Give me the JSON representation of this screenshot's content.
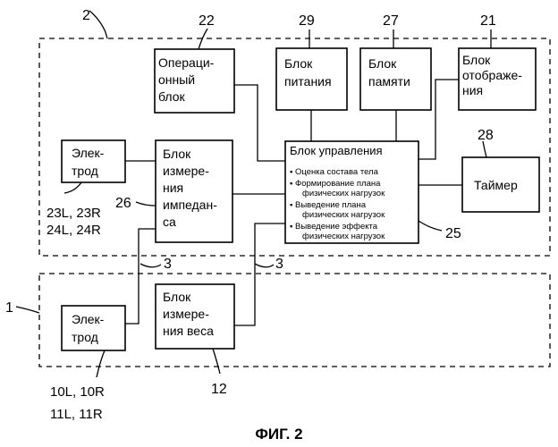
{
  "units": {
    "u2": {
      "ref": "2",
      "blocks": {
        "operation": {
          "ref": "22",
          "lines": [
            "Операци-",
            "онный",
            "блок"
          ]
        },
        "power": {
          "ref": "29",
          "lines": [
            "Блок",
            "питания"
          ]
        },
        "memory": {
          "ref": "27",
          "lines": [
            "Блок",
            "памяти"
          ]
        },
        "display": {
          "ref": "21",
          "lines": [
            "Блок",
            "отображе-",
            "ния"
          ]
        },
        "electrode": {
          "refs": [
            "23L,  23R",
            "24L,  24R"
          ],
          "lines": [
            "Элек-",
            "трод"
          ]
        },
        "impedance": {
          "ref": "26",
          "lines": [
            "Блок",
            "измере-",
            "ния",
            "импедан-",
            "са"
          ]
        },
        "control": {
          "ref": "25",
          "title": "Блок управления",
          "items": [
            "▪ Оценка состава тела",
            "▪ Формирование плана",
            "физических нагрузок",
            "▪ Выведение плана",
            "физических нагрузок",
            "▪ Выведение эффекта",
            "физических нагрузок"
          ]
        },
        "timer": {
          "ref": "28",
          "label": "Таймер"
        }
      }
    },
    "u1": {
      "ref": "1",
      "blocks": {
        "electrode": {
          "refs": [
            "10L, 10R",
            "11L, 11R"
          ],
          "lines": [
            "Элек-",
            "трод"
          ]
        },
        "weight": {
          "ref": "12",
          "lines": [
            "Блок",
            "измере-",
            "ния веса"
          ]
        }
      }
    }
  },
  "cables": {
    "left": "3",
    "right": "3"
  },
  "caption": "ФИГ. 2"
}
